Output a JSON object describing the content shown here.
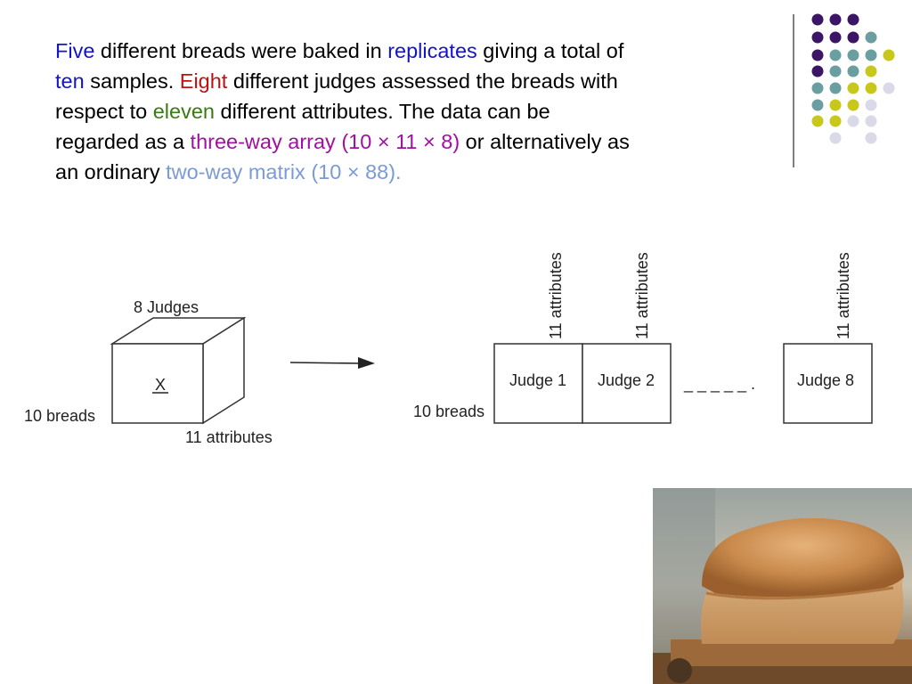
{
  "paragraph": [
    {
      "text": "Five",
      "color": "#1414c8"
    },
    {
      "text": " different breads were baked in ",
      "color": "#000000"
    },
    {
      "text": "replicates",
      "color": "#1414c8"
    },
    {
      "text": " giving a total of ",
      "color": "#000000"
    },
    {
      "text": "ten",
      "color": "#1414c8"
    },
    {
      "text": " samples. ",
      "color": "#000000"
    },
    {
      "text": "Eight",
      "color": "#c01010"
    },
    {
      "text": " different judges assessed the breads with respect to ",
      "color": "#000000"
    },
    {
      "text": "eleven",
      "color": "#3a7a10"
    },
    {
      "text": " different attributes. The data can be regarded as a ",
      "color": "#000000"
    },
    {
      "text": "three-way array (10 × 11 × 8)",
      "color": "#a010a0"
    },
    {
      "text": " or alternatively as an ordinary ",
      "color": "#000000"
    },
    {
      "text": "two-way matrix (10 × 88).",
      "color": "#7a9ad8"
    }
  ],
  "cube": {
    "top_label": "8 Judges",
    "center_label": "X",
    "left_label": "10 breads",
    "bottom_label": "11 attributes"
  },
  "matrix": {
    "left_label": "10 breads",
    "blocks": [
      {
        "label": "Judge 1",
        "attr_label": "11 attributes"
      },
      {
        "label": "Judge 2",
        "attr_label": "11 attributes"
      },
      {
        "label": "Judge 8",
        "attr_label": "11 attributes"
      }
    ],
    "ellipsis": "_ _ _ _ _ ."
  },
  "decor": {
    "dot_colors": [
      "#3b1566",
      "#6b9ea0",
      "#c8c81c",
      "#d9d9e8"
    ]
  }
}
